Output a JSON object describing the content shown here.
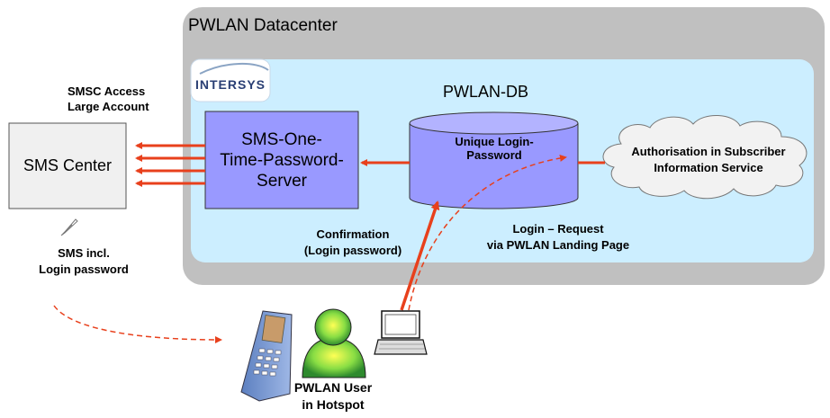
{
  "datacenter": {
    "title": "PWLAN Datacenter"
  },
  "logo": {
    "text": "INTERSYS"
  },
  "db": {
    "title": "PWLAN-DB",
    "cylinder_line1": "Unique Login-",
    "cylinder_line2": "Password"
  },
  "sms_center": {
    "label": "SMS Center"
  },
  "smsc_access": {
    "line1": "SMSC Access",
    "line2": "Large Account"
  },
  "otp_server": {
    "line1": "SMS-One-",
    "line2": "Time-Password-",
    "line3": "Server"
  },
  "auth_cloud": {
    "line1": "Authorisation in Subscriber",
    "line2": "Information Service"
  },
  "login_request": {
    "line1": "Login – Request",
    "line2": "via PWLAN Landing Page"
  },
  "confirmation": {
    "line1": "Confirmation",
    "line2": "(Login password)"
  },
  "sms_incl": {
    "line1": "SMS incl.",
    "line2": "Login password"
  },
  "user": {
    "line1": "PWLAN User",
    "line2": "in Hotspot"
  },
  "colors": {
    "arrow": "#e8401c",
    "dashed_arrow": "#e8401c",
    "datacenter_bg": "#c0c0c0",
    "inner_bg": "#cceeff",
    "server_fill": "#9999ff",
    "cylinder_fill": "#9999ff",
    "sms_center_fill": "#f0f0f0",
    "cloud_fill": "#f2f2f2",
    "person_fill": "#6fe06f"
  }
}
